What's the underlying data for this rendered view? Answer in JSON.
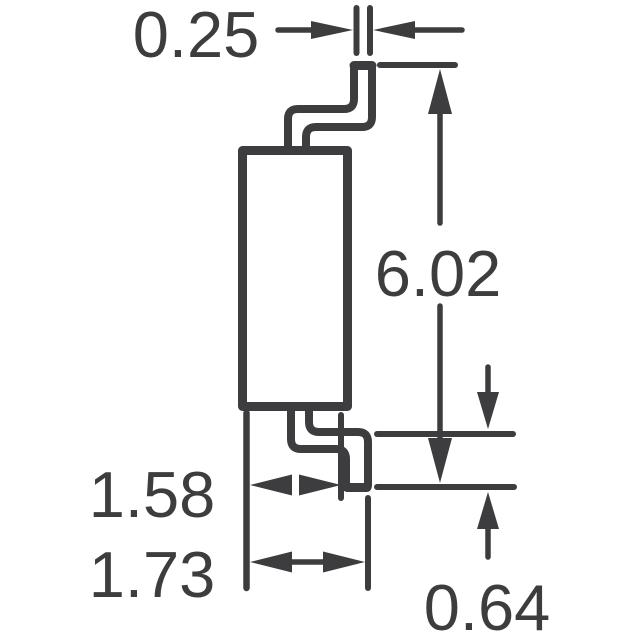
{
  "diagram": {
    "kind": "package-dimension-drawing",
    "colors": {
      "ink": "#3d3d3f",
      "background": "#ffffff",
      "body_fill": "#ffffff"
    },
    "labels": {
      "lead_thickness": "0.25",
      "overall_height": "6.02",
      "foot_width_inner": "1.58",
      "foot_width_outer": "1.73",
      "lead_standoff": "0.64"
    }
  }
}
